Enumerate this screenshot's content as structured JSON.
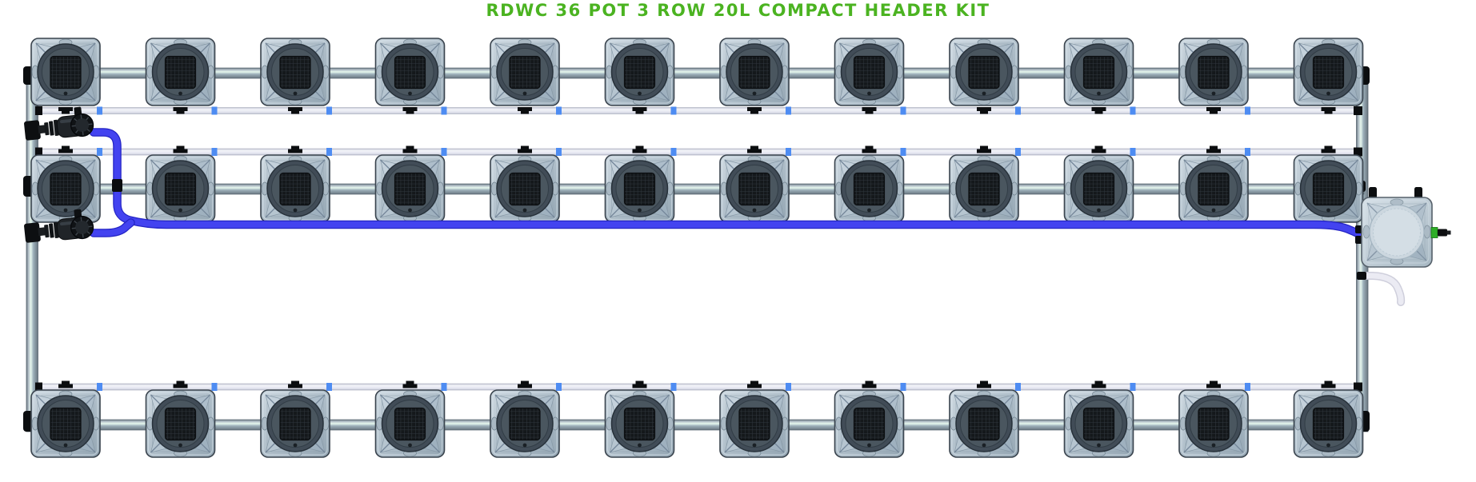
{
  "title": {
    "text": "RDWC 36 POT 3 ROW 20L COMPACT HEADER KIT"
  },
  "diagram": {
    "kit_name": "RDWC 36 POT 3 ROW 20L COMPACT HEADER KIT",
    "total_pots": 36,
    "rows": [
      {
        "name": "top-row",
        "pot_count": 12
      },
      {
        "name": "middle-row",
        "pot_count": 12
      },
      {
        "name": "bottom-row",
        "pot_count": 12
      }
    ],
    "header_tank": {
      "present": true,
      "position": "right-end-of-middle-row",
      "lid": "plain-round"
    },
    "inline_valves": 2,
    "drain_tube": {
      "present": true,
      "position": "below-header-tank"
    },
    "colors": {
      "title_green": "#4bb321",
      "feed_tube_blue": "#4343f0",
      "spreader_pipe_gray": "#9fb0ba",
      "return_pipe_white": "#eef0f7",
      "connector_blue": "#4e8cf2",
      "pump_fitting_green": "#2fae28",
      "pot_body_gray": "#b9c6d1",
      "valve_black": "#15181b"
    }
  }
}
